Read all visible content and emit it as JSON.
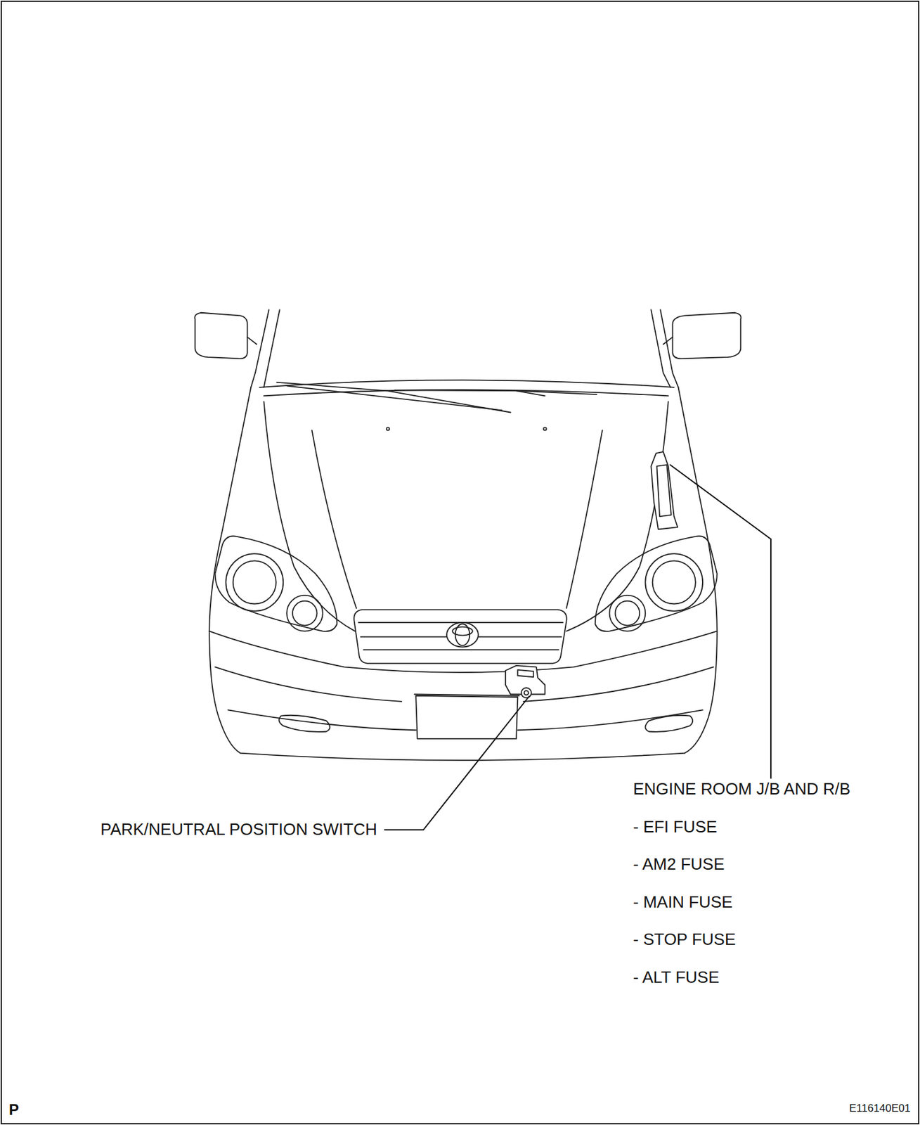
{
  "diagram": {
    "labels": [
      "ENGINE ROOM J/B AND R/B",
      "PARK/NEUTRAL POSITION SWITCH",
      "- EFI FUSE",
      "- AM2 FUSE",
      "- MAIN FUSE",
      "- STOP FUSE",
      "- ALT FUSE",
      "P",
      "E116140E01"
    ]
  }
}
